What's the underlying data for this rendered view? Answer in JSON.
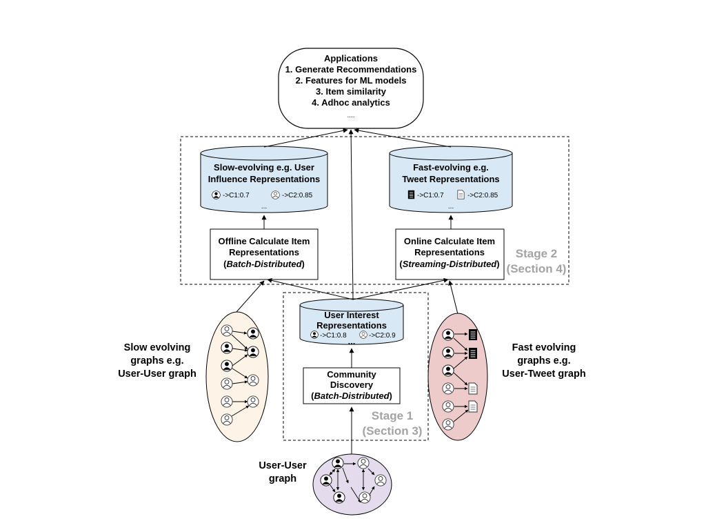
{
  "applications": {
    "title": "Applications",
    "items": [
      "1. Generate Recommendations",
      "2. Features for ML models",
      "3. Item similarity",
      "4. Adhoc analytics"
    ],
    "more": "...."
  },
  "slow_store": {
    "line1": "Slow-evolving e.g. User",
    "line2": "Influence Representations",
    "entry1": "->C1:0.7",
    "entry2": "->C2:0.85",
    "more": "..."
  },
  "fast_store": {
    "line1": "Fast-evolving e.g.",
    "line2": "Tweet  Representations",
    "entry1": "->C1:0.7",
    "entry2": "->C2:0.85",
    "more": "..."
  },
  "offline_box": {
    "line1": "Offline Calculate Item",
    "line2": "Representations",
    "paren_open": "(",
    "mode": "Batch-Distributed",
    "paren_close": ")"
  },
  "online_box": {
    "line1": "Online Calculate Item",
    "line2": "Representations",
    "paren_open": "(",
    "mode": "Streaming-Distributed",
    "paren_close": ")"
  },
  "stage2": {
    "line1": "Stage 2",
    "line2": "(Section 4)"
  },
  "stage1": {
    "line1": "Stage 1",
    "line2": "(Section 3)"
  },
  "interest_store": {
    "line1": "User Interest",
    "line2": "Representations",
    "entry1": "->C1:0.8",
    "entry2": "->C2:0.9",
    "more": "..."
  },
  "community_box": {
    "line1": "Community",
    "line2": "Discovery",
    "paren_open": "(",
    "mode": "Batch-Distributed",
    "paren_close": ")"
  },
  "slow_graph_label": {
    "line1": "Slow evolving",
    "line2": "graphs e.g.",
    "line3": "User-User graph"
  },
  "fast_graph_label": {
    "line1": "Fast evolving",
    "line2": "graphs e.g.",
    "line3": "User-Tweet graph"
  },
  "input_graph_label": {
    "line1": "User-User",
    "line2": "graph"
  },
  "colors": {
    "store_fill": "#d9e8f5",
    "slow_graph_fill": "#fdf3e6",
    "fast_graph_fill": "#eecbcb",
    "input_graph_fill": "#e4dcec",
    "stage_text": "#a3a3a3"
  },
  "icons": [
    "user-icon-filled",
    "user-icon-outline",
    "document-icon-filled",
    "document-icon-outline"
  ]
}
